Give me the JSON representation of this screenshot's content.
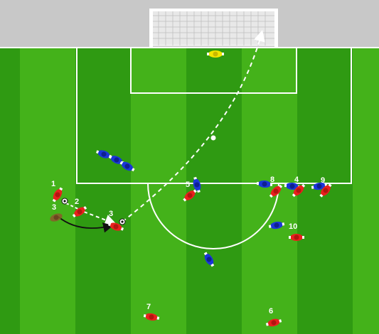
{
  "colors": {
    "stripe_dark": "#2f9a12",
    "stripe_light": "#44b21a",
    "line": "#ffffff",
    "backdrop": "#c8c8c8",
    "attacking_team": "#e8211d",
    "defending_team": "#1a36d8",
    "goalkeeper": "#f2e600"
  },
  "labels": {
    "p1": "1",
    "p2": "2",
    "p3_start": "3",
    "p3_end": "3",
    "p5": "5",
    "p6": "6",
    "p7": "7",
    "p8": "8",
    "p9": "9",
    "p4": "4",
    "p10": "10"
  }
}
